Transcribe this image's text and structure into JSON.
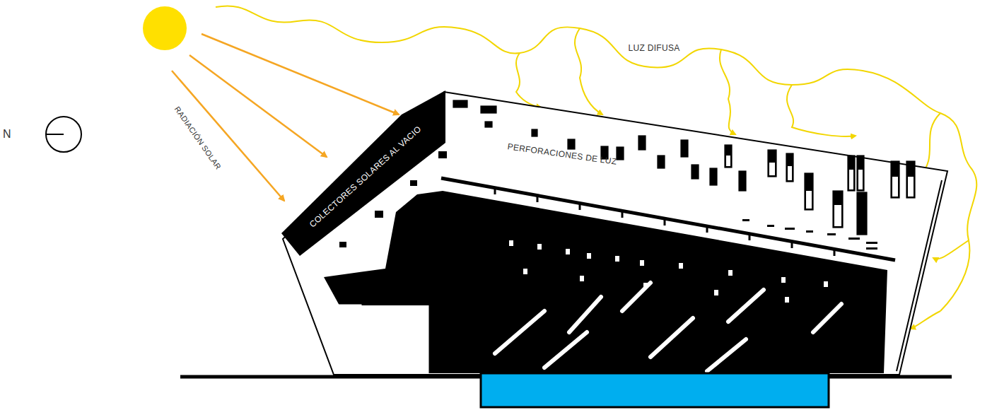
{
  "diagram": {
    "nodes": [
      {
        "text": [
          "COLECTORES SOLARES AL VACIO"
        ]
      }
    ],
    "labels": [
      "RADIACIÓN SOLAR",
      "LUZ DIFUSA",
      "PERFORACIONES DE LUZ",
      "N"
    ]
  }
}
